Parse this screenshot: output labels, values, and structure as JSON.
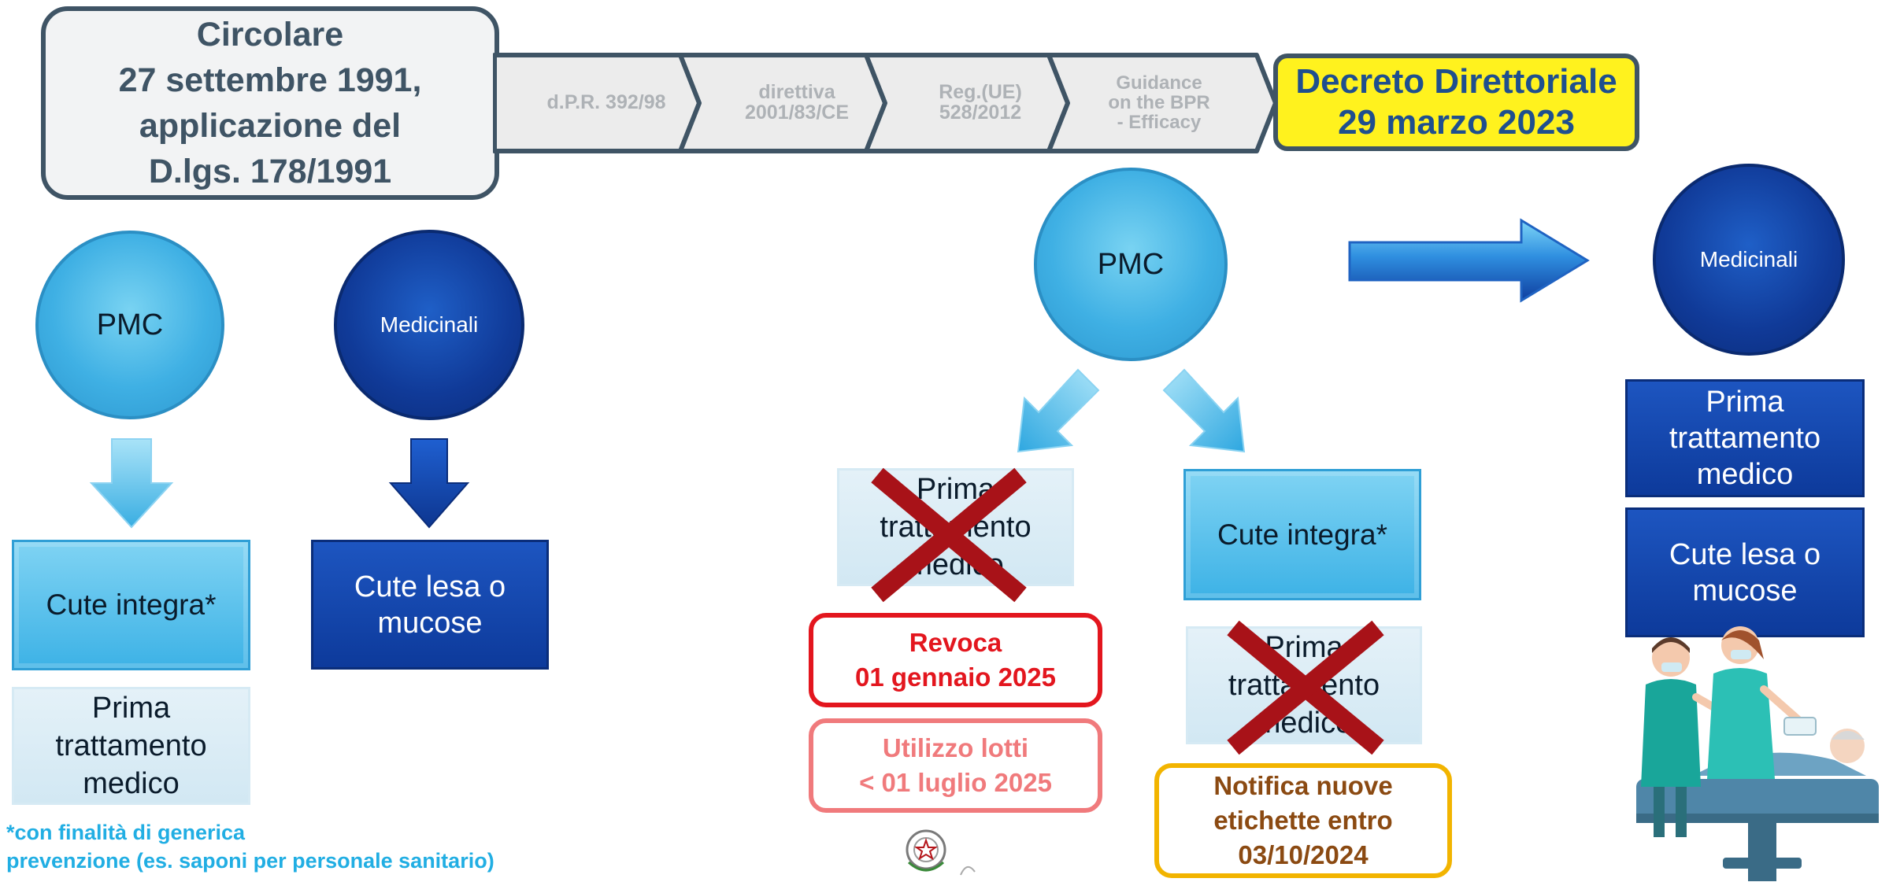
{
  "circolare": {
    "line1": "Circolare",
    "line2": "27 settembre 1991,",
    "line3": "applicazione del",
    "line4": "D.lgs. 178/1991"
  },
  "timeline": [
    {
      "line1": "d.P.R. 392/98",
      "line2": "",
      "line3": ""
    },
    {
      "line1": "direttiva",
      "line2": "2001/83/CE",
      "line3": ""
    },
    {
      "line1": "Reg.(UE)",
      "line2": "528/2012",
      "line3": ""
    },
    {
      "line1": "Guidance",
      "line2": "on the BPR",
      "line3": "- Efficacy"
    }
  ],
  "decreto": {
    "line1": "Decreto Direttoriale",
    "line2": "29 marzo 2023"
  },
  "left": {
    "pmc_label": "PMC",
    "medicinali_label": "Medicinali",
    "cute_integra": "Cute integra*",
    "cute_lesa_line1": "Cute lesa o",
    "cute_lesa_line2": "mucose",
    "prima_line1": "Prima",
    "prima_line2": "trattamento",
    "prima_line3": "medico"
  },
  "middle": {
    "pmc_label": "PMC",
    "prima_struck_line1": "Prima",
    "prima_struck_line2": "trattamento",
    "prima_struck_line3": "medico",
    "revoca_line1": "Revoca",
    "revoca_line2": "01 gennaio 2025",
    "utilizzo_line1": "Utilizzo lotti",
    "utilizzo_line2": "< 01 luglio 2025",
    "cute_integra": "Cute integra*",
    "prima2_line1": "Prima",
    "prima2_line2": "trattamento",
    "prima2_line3": "medico",
    "notifica_line1": "Notifica nuove",
    "notifica_line2": "etichette entro",
    "notifica_line3": "03/10/2024"
  },
  "right": {
    "medicinali_label": "Medicinali",
    "prima_line1": "Prima",
    "prima_line2": "trattamento",
    "prima_line3": "medico",
    "cute_lesa_line1": "Cute lesa o",
    "cute_lesa_line2": "mucose"
  },
  "footnote": {
    "line1": "*con finalità di  generica",
    "line2": "prevenzione  (es. saponi  per personale sanitario)"
  },
  "colors": {
    "dark_slate": "#3f5465",
    "yellow": "#fff21e",
    "light_blue": "#3db2e6",
    "dark_blue": "#0d3a9b",
    "revoca_red": "#e3161e",
    "utilizzo_pink": "#f07a7c",
    "notifica_gold": "#f2b400",
    "cross_red": "#a81218"
  },
  "icons": [
    "arrow-right-icon",
    "arrow-down-icon",
    "cross-icon",
    "republic-emblem-icon",
    "medical-staff-illustration"
  ]
}
